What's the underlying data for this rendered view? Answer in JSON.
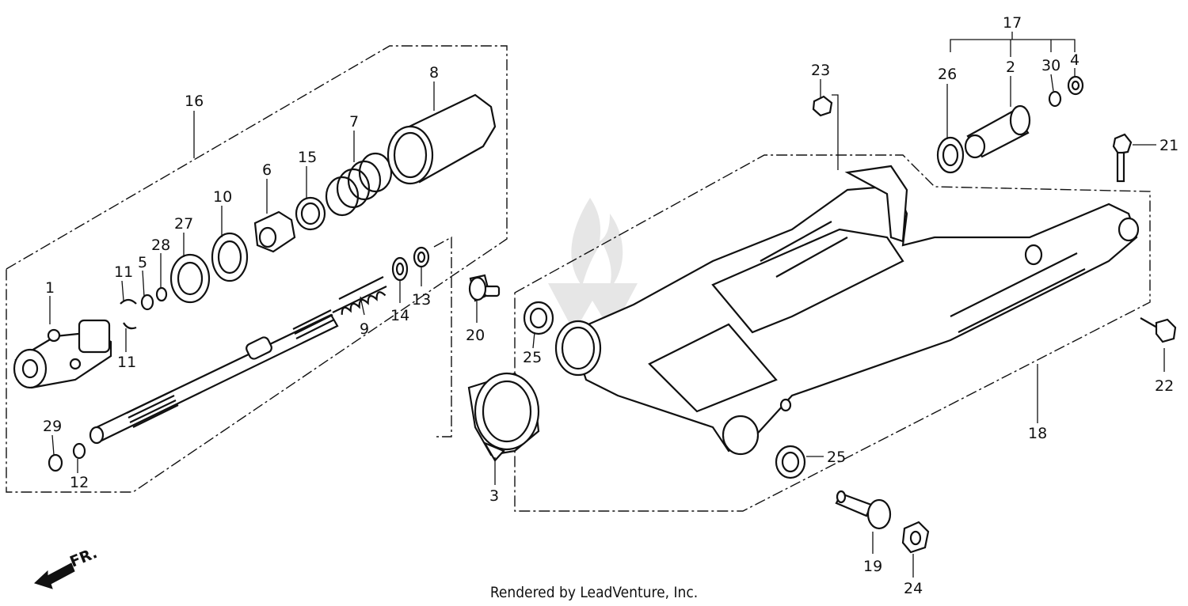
{
  "diagram": {
    "credit": "Rendered by LeadVenture, Inc.",
    "direction_label": "FR.",
    "parts": [
      {
        "id": "p1",
        "number": "1"
      },
      {
        "id": "p2",
        "number": "2"
      },
      {
        "id": "p3",
        "number": "3"
      },
      {
        "id": "p4",
        "number": "4"
      },
      {
        "id": "p5",
        "number": "5"
      },
      {
        "id": "p6",
        "number": "6"
      },
      {
        "id": "p7",
        "number": "7"
      },
      {
        "id": "p8",
        "number": "8"
      },
      {
        "id": "p9",
        "number": "9"
      },
      {
        "id": "p10",
        "number": "10"
      },
      {
        "id": "p11a",
        "number": "11"
      },
      {
        "id": "p11b",
        "number": "11"
      },
      {
        "id": "p12",
        "number": "12"
      },
      {
        "id": "p13",
        "number": "13"
      },
      {
        "id": "p14",
        "number": "14"
      },
      {
        "id": "p15",
        "number": "15"
      },
      {
        "id": "p16",
        "number": "16"
      },
      {
        "id": "p17",
        "number": "17"
      },
      {
        "id": "p18",
        "number": "18"
      },
      {
        "id": "p19",
        "number": "19"
      },
      {
        "id": "p20",
        "number": "20"
      },
      {
        "id": "p21",
        "number": "21"
      },
      {
        "id": "p22",
        "number": "22"
      },
      {
        "id": "p23",
        "number": "23"
      },
      {
        "id": "p24",
        "number": "24"
      },
      {
        "id": "p25a",
        "number": "25"
      },
      {
        "id": "p25b",
        "number": "25"
      },
      {
        "id": "p26",
        "number": "26"
      },
      {
        "id": "p27",
        "number": "27"
      },
      {
        "id": "p28",
        "number": "28"
      },
      {
        "id": "p29",
        "number": "29"
      },
      {
        "id": "p30",
        "number": "30"
      }
    ]
  }
}
